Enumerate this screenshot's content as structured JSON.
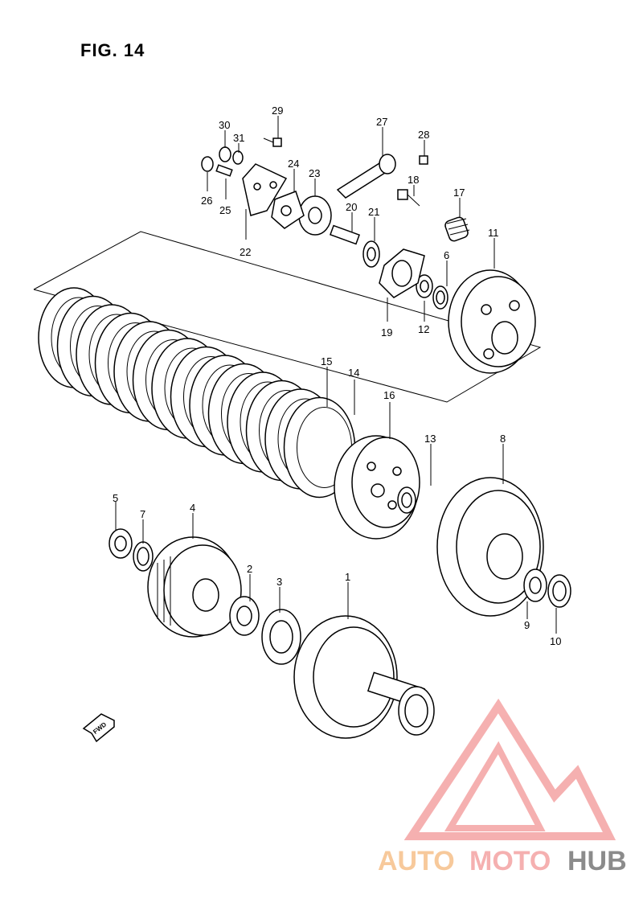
{
  "figure": {
    "title": "FIG. 14"
  },
  "direction_arrow": {
    "label": "FWD"
  },
  "watermark": {
    "part1": "AUTO",
    "part2": "MOTO",
    "part3": "HUB",
    "color_a": "#f6c08a",
    "color_b": "#f4a3a3",
    "color_c": "#777777"
  },
  "callouts": [
    "1",
    "2",
    "3",
    "4",
    "5",
    "6",
    "7",
    "8",
    "9",
    "10",
    "11",
    "12",
    "13",
    "14",
    "15",
    "16",
    "17",
    "18",
    "19",
    "20",
    "21",
    "22",
    "23",
    "24",
    "25",
    "26",
    "27",
    "28",
    "29",
    "30",
    "31"
  ]
}
